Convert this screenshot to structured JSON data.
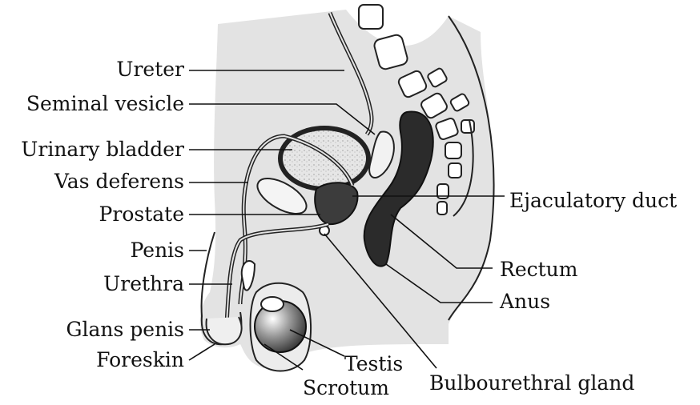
{
  "labels": {
    "ureter": "Ureter",
    "seminal_vesicle": "Seminal vesicle",
    "urinary_bladder": "Urinary bladder",
    "vas_deferens": "Vas deferens",
    "prostate": "Prostate",
    "penis": "Penis",
    "urethra": "Urethra",
    "glans_penis": "Glans penis",
    "foreskin": "Foreskin",
    "ejaculatory_duct": "Ejaculatory duct",
    "rectum": "Rectum",
    "anus": "Anus",
    "testis": "Testis",
    "bulbourethral_gland": "Bulbourethral gland",
    "scrotum": "Scrotum"
  },
  "colors": {
    "body_fill": "#e3e3e3",
    "outline": "#222222",
    "rectum_fill": "#2b2b2b",
    "bladder_fill": "#d8d8d8",
    "testis_fill": "#4a4a4a"
  }
}
